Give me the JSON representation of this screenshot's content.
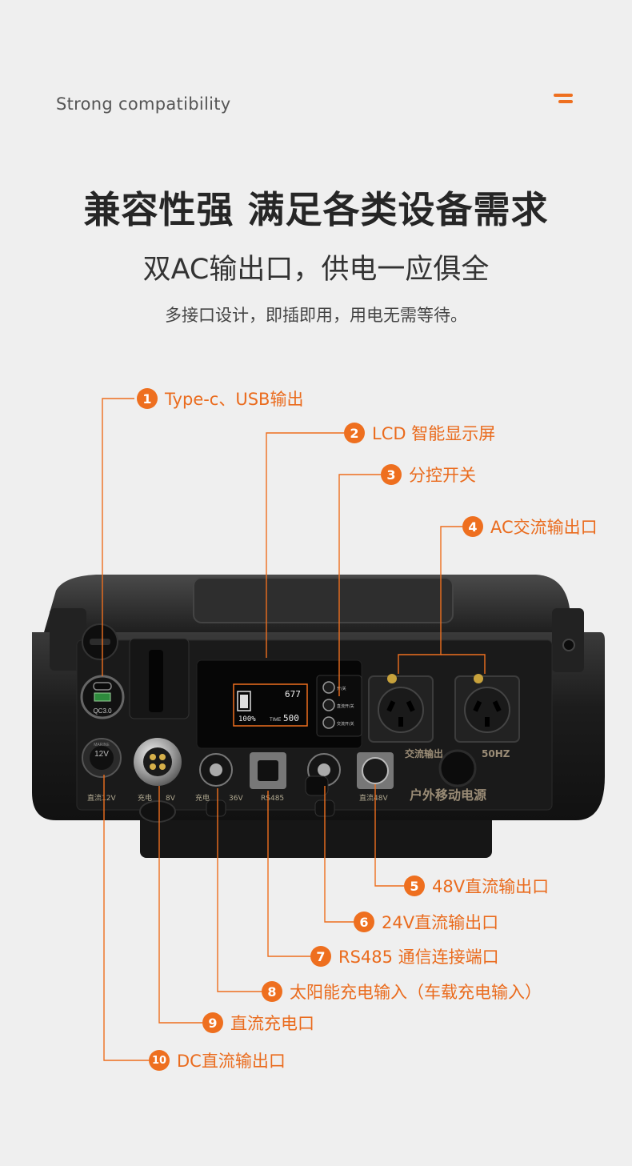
{
  "header": {
    "tagline": "Strong compatibility",
    "title": "兼容性强 满足各类设备需求",
    "subtitle": "双AC输出口，供电一应俱全",
    "description": "多接口设计，即插即用，用电无需等待。"
  },
  "accent_color": "#ee6f1f",
  "callouts": [
    {
      "number": "1",
      "label": "Type-c、USB输出"
    },
    {
      "number": "2",
      "label": "LCD 智能显示屏"
    },
    {
      "number": "3",
      "label": "分控开关"
    },
    {
      "number": "4",
      "label": "AC交流输出口"
    },
    {
      "number": "5",
      "label": "48V直流输出口"
    },
    {
      "number": "6",
      "label": "24V直流输出口"
    },
    {
      "number": "7",
      "label": "RS485 通信连接端口"
    },
    {
      "number": "8",
      "label": "太阳能充电输入（车载充电输入）"
    },
    {
      "number": "9",
      "label": "直流充电口"
    },
    {
      "number": "10",
      "label": "DC直流输出口"
    }
  ],
  "device": {
    "lcd": {
      "battery": "100%",
      "value_top": "677",
      "time_label": "TIME",
      "time_value": "500"
    },
    "switches": [
      "开/关",
      "直流开/关",
      "交流开/关"
    ],
    "usb_port_label": "QC3.0",
    "ac_label": "交流输出",
    "ac_freq": "50HZ",
    "brand": "户外移动电源",
    "port_labels": [
      "直流12V",
      "充电",
      "8V",
      "充电",
      "36V",
      "RS485",
      "直流48V"
    ],
    "cig_socket_label": "12V",
    "cig_socket_brand": "MARINE"
  }
}
